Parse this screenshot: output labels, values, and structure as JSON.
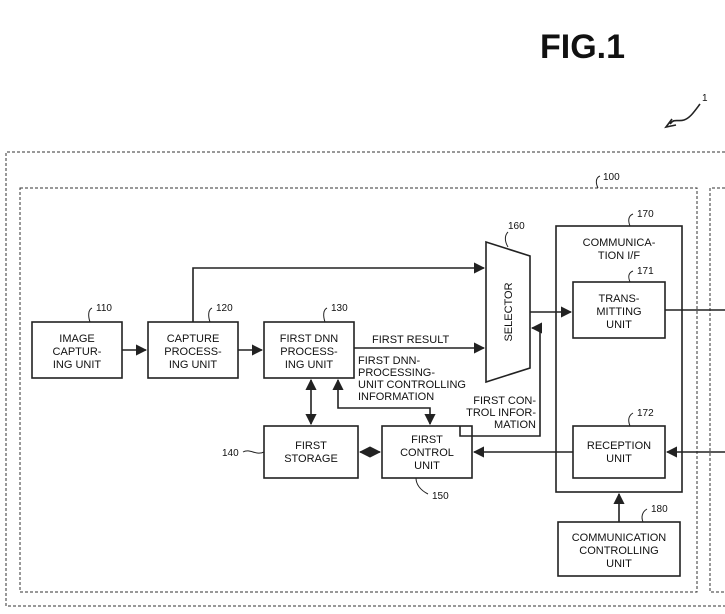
{
  "figure": {
    "title": "FIG.1",
    "system_ref": "1"
  },
  "device": {
    "ref": "100"
  },
  "blocks": {
    "image_capturing": {
      "ref": "110",
      "lines": [
        "IMAGE",
        "CAPTUR-",
        "ING UNIT"
      ]
    },
    "capture_processing": {
      "ref": "120",
      "lines": [
        "CAPTURE",
        "PROCESS-",
        "ING UNIT"
      ]
    },
    "first_dnn": {
      "ref": "130",
      "lines": [
        "FIRST DNN",
        "PROCESS-",
        "ING UNIT"
      ]
    },
    "first_storage": {
      "ref": "140",
      "lines": [
        "FIRST",
        "STORAGE"
      ]
    },
    "first_control": {
      "ref": "150",
      "lines": [
        "FIRST",
        "CONTROL",
        "UNIT"
      ]
    },
    "selector": {
      "ref": "160",
      "label": "SELECTOR"
    },
    "communication_if": {
      "ref": "170",
      "lines": [
        "COMMUNICA-",
        "TION I/F"
      ]
    },
    "transmitting": {
      "ref": "171",
      "lines": [
        "TRANS-",
        "MITTING",
        "UNIT"
      ]
    },
    "reception": {
      "ref": "172",
      "lines": [
        "RECEPTION",
        "UNIT"
      ]
    },
    "communication_controlling": {
      "ref": "180",
      "lines": [
        "COMMUNICATION",
        "CONTROLLING",
        "UNIT"
      ]
    }
  },
  "signals": {
    "first_result": "FIRST RESULT",
    "dnn_control_info": [
      "FIRST DNN-",
      "PROCESSING-",
      "UNIT CONTROLLING",
      "INFORMATION"
    ],
    "first_control_info": [
      "FIRST CON-",
      "TROL INFOR-",
      "MATION"
    ]
  }
}
